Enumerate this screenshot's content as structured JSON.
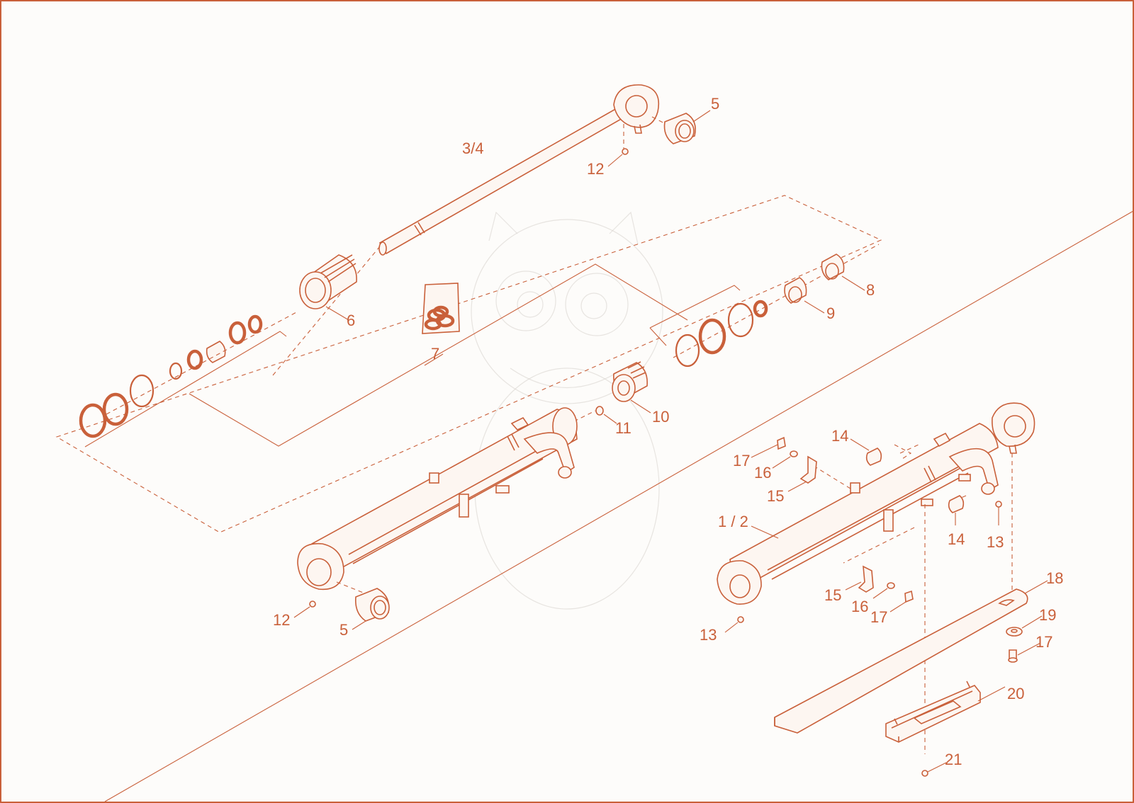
{
  "diagram": {
    "callouts": {
      "p1_2": "1  /  2",
      "p3_4": "3/4",
      "p5a": "5",
      "p5b": "5",
      "p6": "6",
      "p7": "7",
      "p8": "8",
      "p9": "9",
      "p10": "10",
      "p11": "11",
      "p12a": "12",
      "p12b": "12",
      "p13a": "13",
      "p13b": "13",
      "p14a": "14",
      "p14b": "14",
      "p15a": "15",
      "p15b": "15",
      "p16a": "16",
      "p16b": "16",
      "p17a": "17",
      "p17b": "17",
      "p17c": "17",
      "p18": "18",
      "p19": "19",
      "p20": "20",
      "p21": "21"
    },
    "colors": {
      "line": "#c9603a",
      "background": "#fdfcfa",
      "frame": "#c9603a",
      "watermark": "#d9d4cf"
    }
  }
}
